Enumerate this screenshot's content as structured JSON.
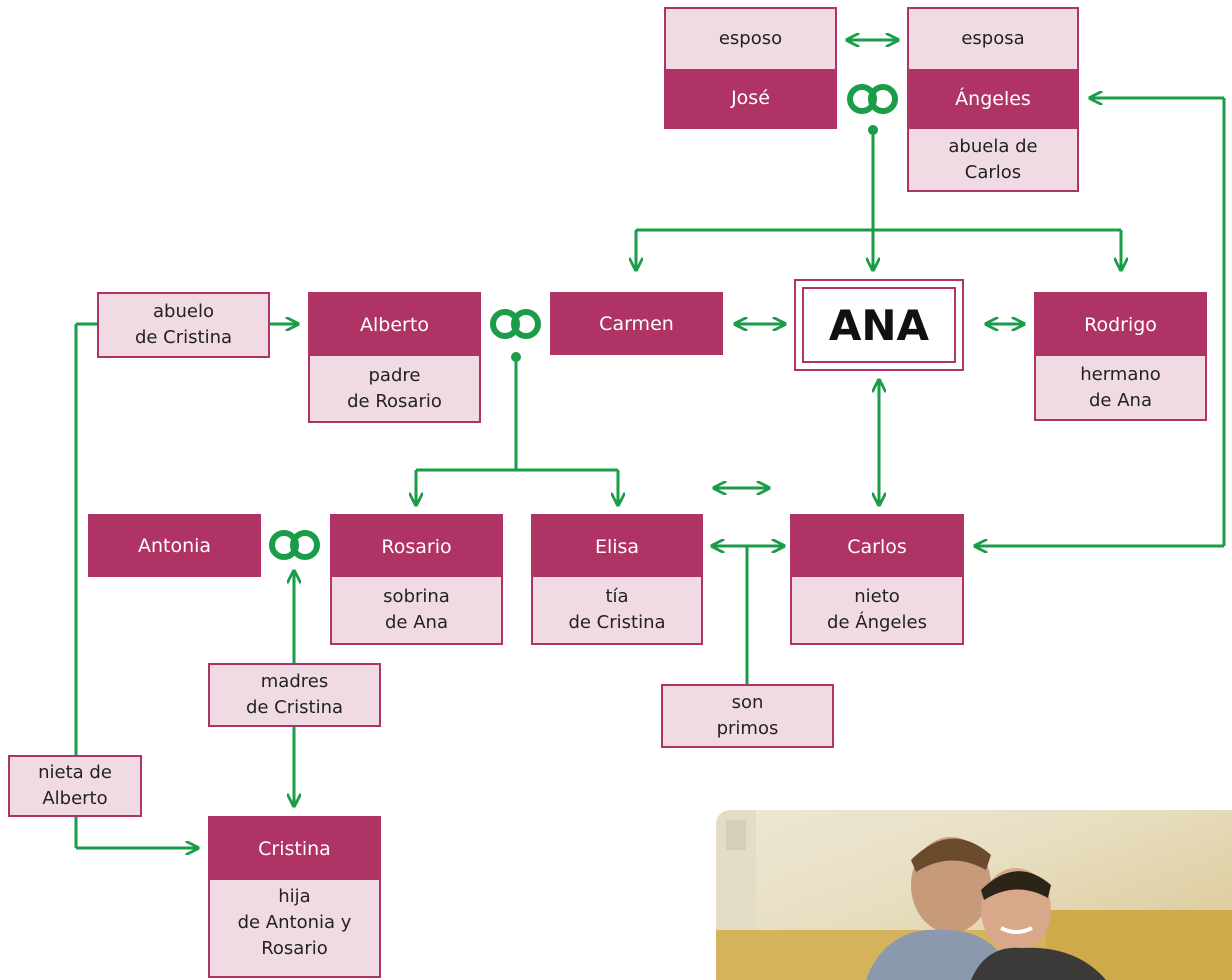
{
  "top": {
    "esposo_label": "esposo",
    "esposa_label": "esposa",
    "jose": "José",
    "angeles": "Ángeles",
    "angeles_sub": "abuela de\nCarlos"
  },
  "center": "ANA",
  "people": {
    "alberto": {
      "name": "Alberto",
      "sub": "padre\nde Rosario"
    },
    "carmen": {
      "name": "Carmen"
    },
    "rodrigo": {
      "name": "Rodrigo",
      "sub": "hermano\nde Ana"
    },
    "antonia": {
      "name": "Antonia"
    },
    "rosario": {
      "name": "Rosario",
      "sub": "sobrina\nde Ana"
    },
    "elisa": {
      "name": "Elisa",
      "sub": "tía\nde Cristina"
    },
    "carlos": {
      "name": "Carlos",
      "sub": "nieto\nde Ángeles"
    },
    "cristina": {
      "name": "Cristina",
      "sub": "hija\nde Antonia y\nRosario"
    }
  },
  "labels": {
    "abuelo": "abuelo\nde Cristina",
    "madres": "madres\nde Cristina",
    "primos": "son\nprimos",
    "nieta": "nieta de\nAlberto"
  },
  "colors": {
    "accent": "#b03366",
    "light": "#f0dbe4",
    "line": "#1a9c48"
  },
  "icons": [
    "rings-icon",
    "photo-two-men"
  ]
}
